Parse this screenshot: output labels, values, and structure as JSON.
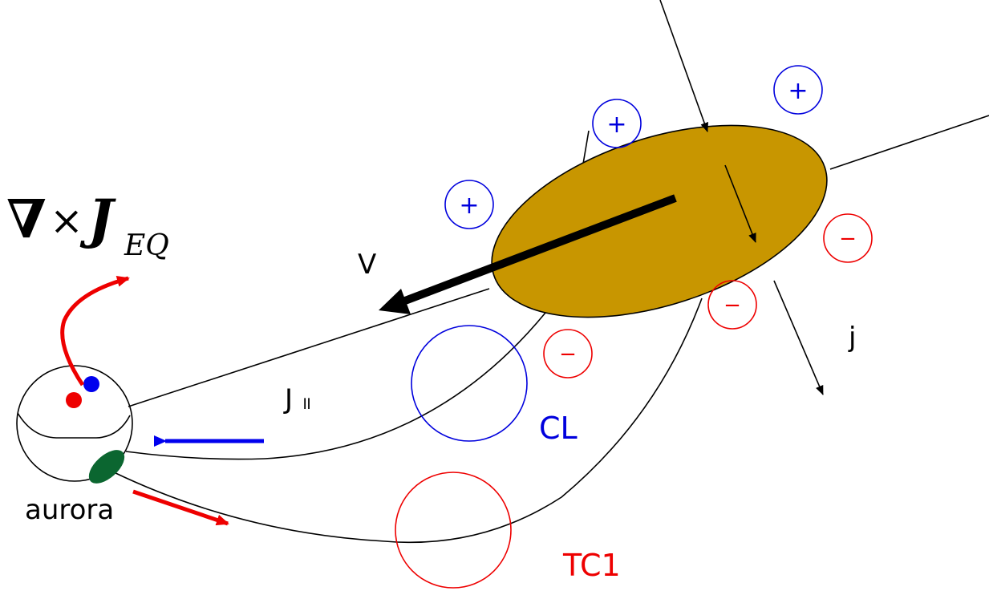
{
  "formula": {
    "nabla": "∇",
    "times": "×",
    "symbol": "J",
    "subscript": "EQ"
  },
  "labels": {
    "v": "V",
    "j": "j",
    "j_parallel": "J",
    "j_parallel_mark": "॥",
    "cl": "CL",
    "tc1": "TC1",
    "aurora": "aurora"
  },
  "charges": {
    "plus": "+",
    "minus": "−"
  },
  "colors": {
    "positive_charge": "#0000dd",
    "negative_charge": "#ee0000",
    "blob_fill": "#c89600",
    "aurora_fill": "#0b6630",
    "cl_label": "#0000dd",
    "tc1_label": "#ee0000",
    "red_arrow": "#ee0000",
    "blue_arrow": "#0000ee"
  }
}
